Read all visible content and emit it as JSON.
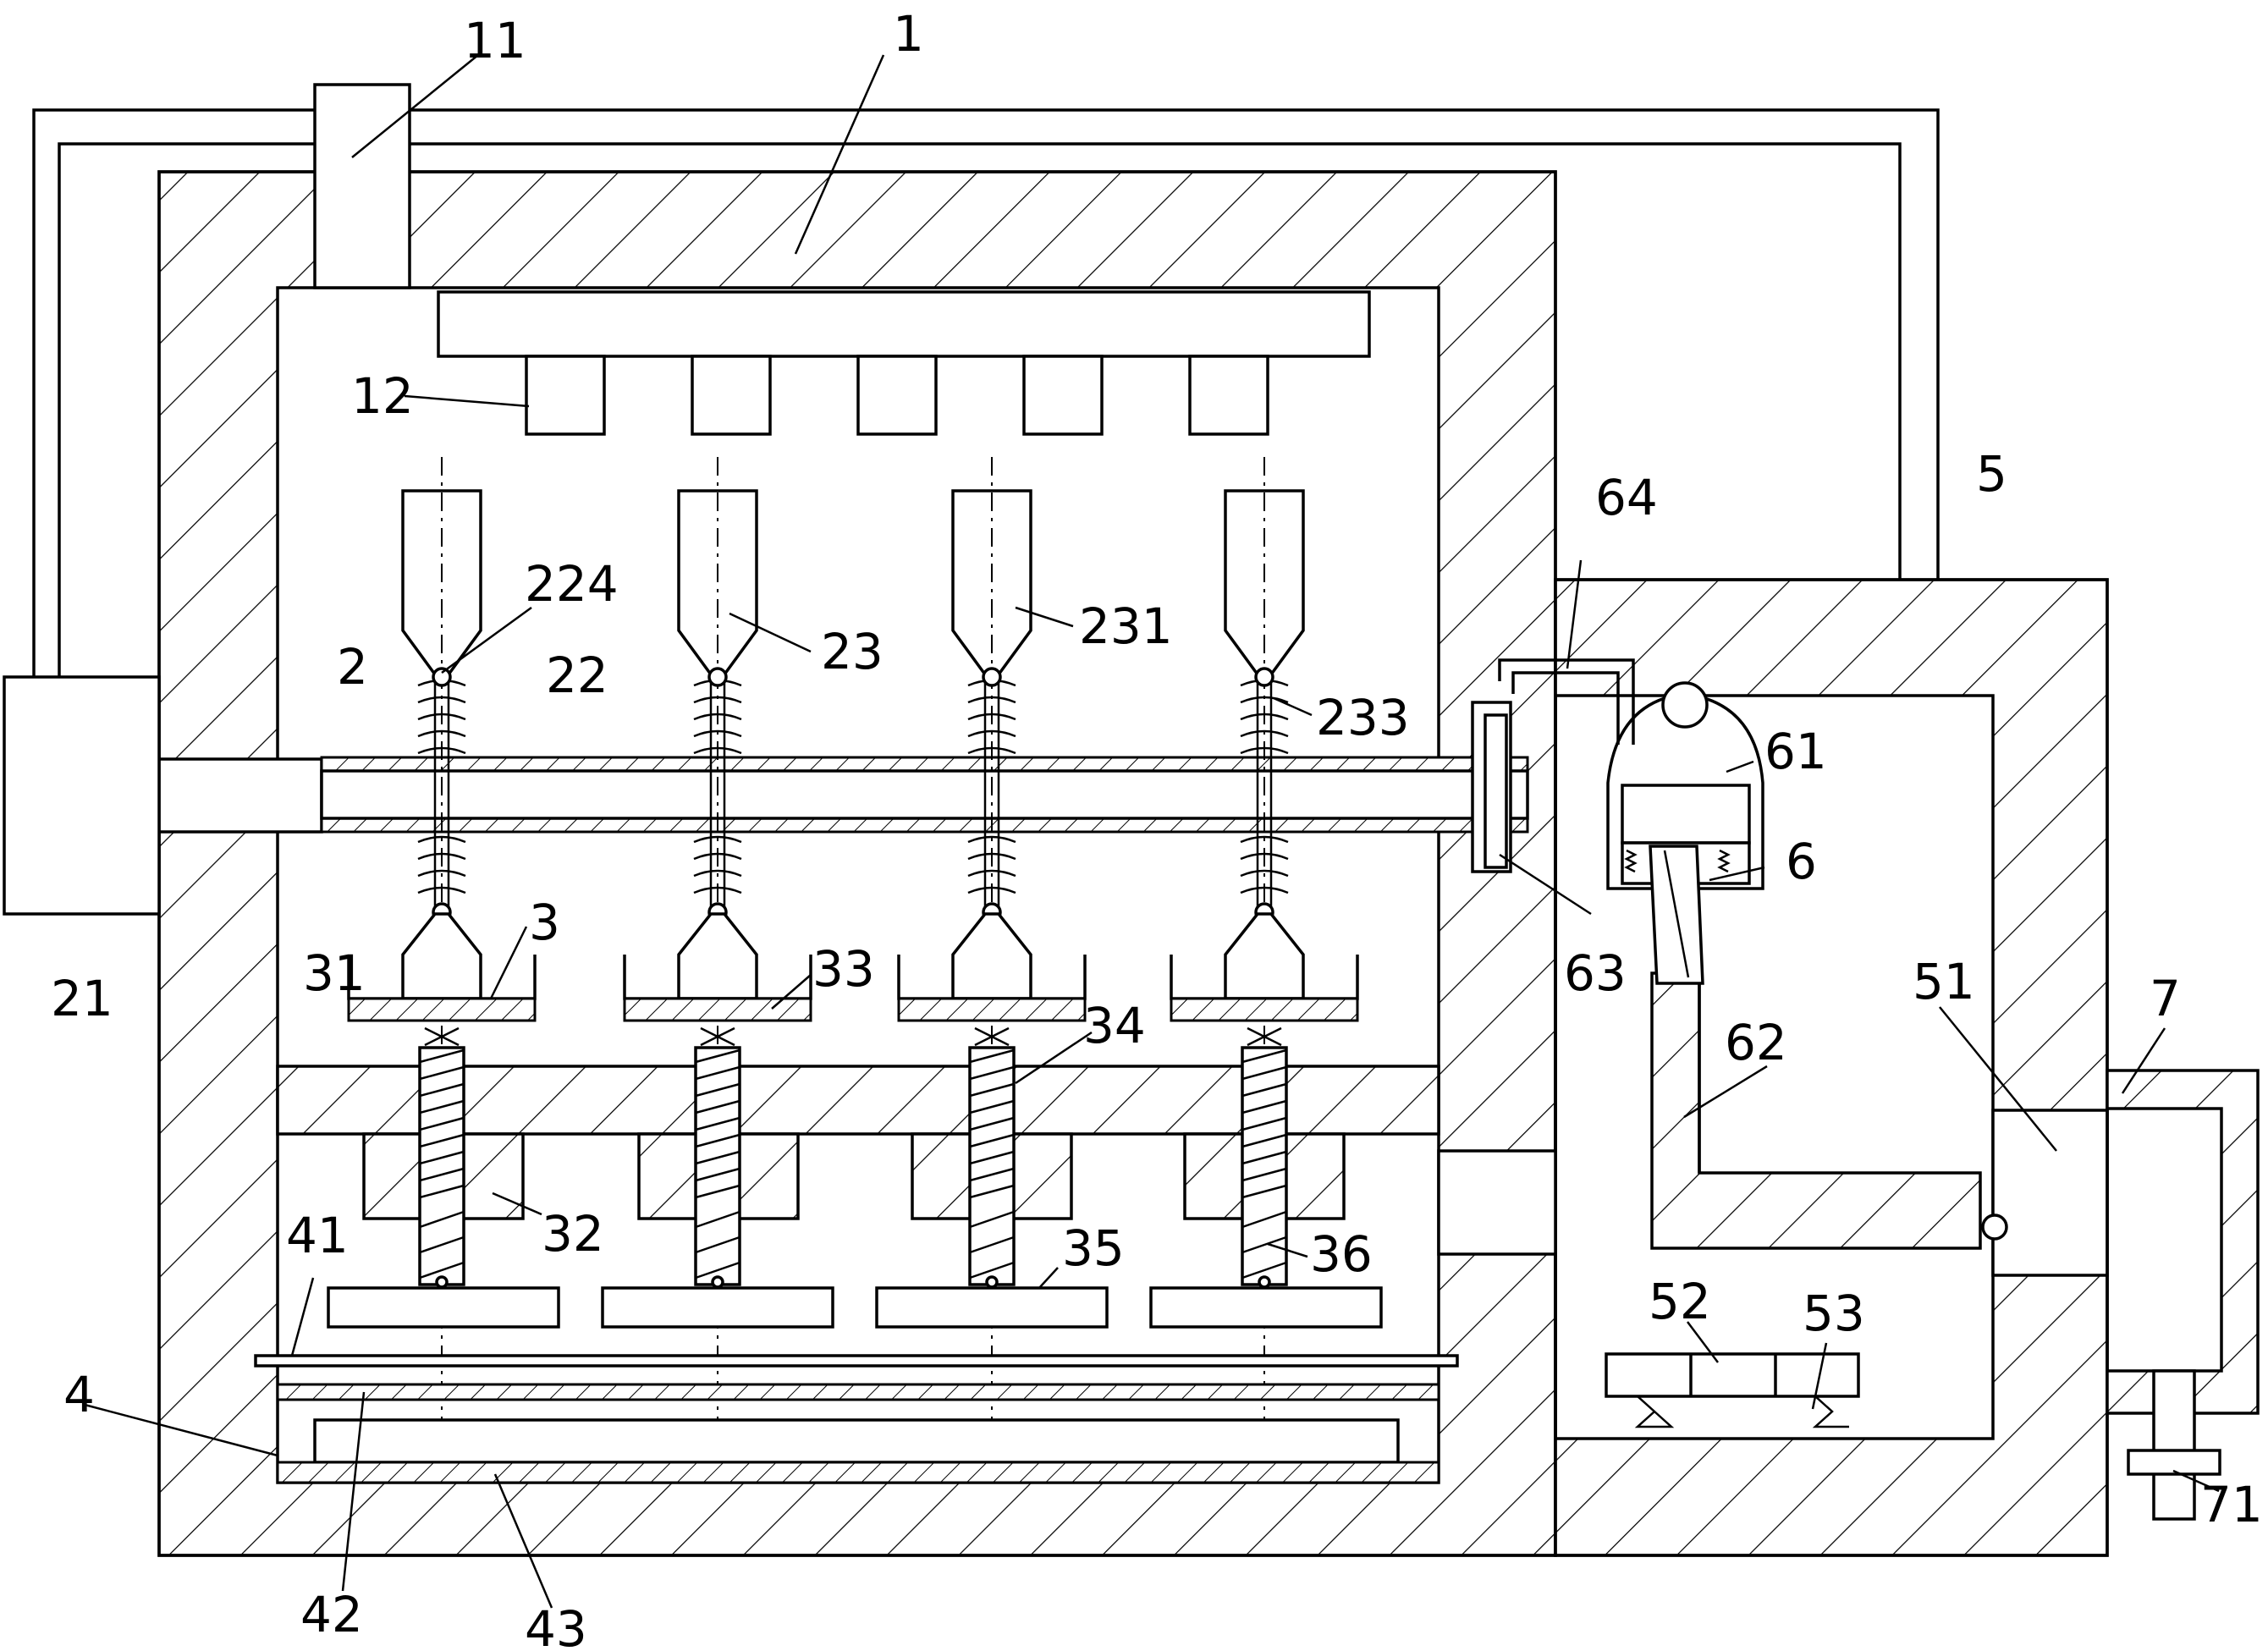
{
  "labels": {
    "l1": "1",
    "l11": "11",
    "l12": "12",
    "l2": "2",
    "l21": "21",
    "l22": "22",
    "l23": "23",
    "l224": "224",
    "l231": "231",
    "l233": "233",
    "l3": "3",
    "l31": "31",
    "l32": "32",
    "l33": "33",
    "l34": "34",
    "l35": "35",
    "l36": "36",
    "l4": "4",
    "l41": "41",
    "l42": "42",
    "l43": "43",
    "l5": "5",
    "l51": "51",
    "l52": "52",
    "l53": "53",
    "l6": "6",
    "l61": "61",
    "l62": "62",
    "l63": "63",
    "l64": "64",
    "l7": "7",
    "l71": "71"
  }
}
